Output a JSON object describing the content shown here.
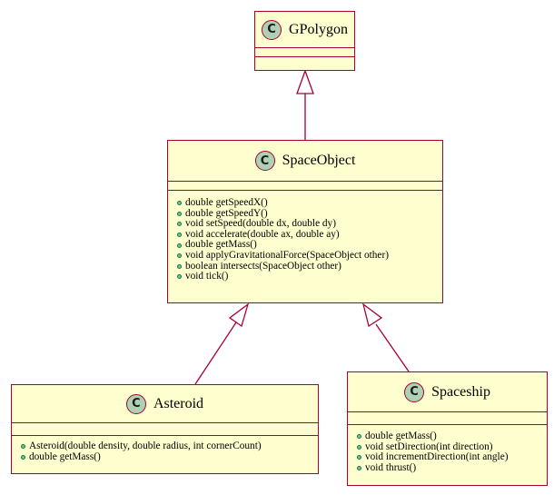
{
  "diagram": {
    "classes": [
      {
        "id": "gpolygon",
        "stereotype_letter": "C",
        "name": "GPolygon",
        "fields": [],
        "methods": []
      },
      {
        "id": "spaceobject",
        "stereotype_letter": "C",
        "name": "SpaceObject",
        "fields": [],
        "methods": [
          "double getSpeedX()",
          "double getSpeedY()",
          "void setSpeed(double dx, double dy)",
          "void accelerate(double ax, double ay)",
          "double getMass()",
          "void applyGravitationalForce(SpaceObject other)",
          "boolean intersects(SpaceObject other)",
          "void tick()"
        ]
      },
      {
        "id": "asteroid",
        "stereotype_letter": "C",
        "name": "Asteroid",
        "fields": [],
        "methods": [
          "Asteroid(double density, double radius, int cornerCount)",
          "double getMass()"
        ]
      },
      {
        "id": "spaceship",
        "stereotype_letter": "C",
        "name": "Spaceship",
        "fields": [],
        "methods": [
          "double getMass()",
          "void setDirection(int direction)",
          "void incrementDirection(int angle)",
          "void thrust()"
        ]
      }
    ],
    "relations": [
      {
        "type": "inheritance",
        "from": "SpaceObject",
        "to": "GPolygon"
      },
      {
        "type": "inheritance",
        "from": "Asteroid",
        "to": "SpaceObject"
      },
      {
        "type": "inheritance",
        "from": "Spaceship",
        "to": "SpaceObject"
      }
    ],
    "colors": {
      "class_fill": "#fefece",
      "class_border": "#a80036",
      "badge_fill": "#add1b2",
      "method_dot_fill": "#84be84",
      "method_dot_border": "#038048",
      "arrow": "#a80036"
    }
  }
}
